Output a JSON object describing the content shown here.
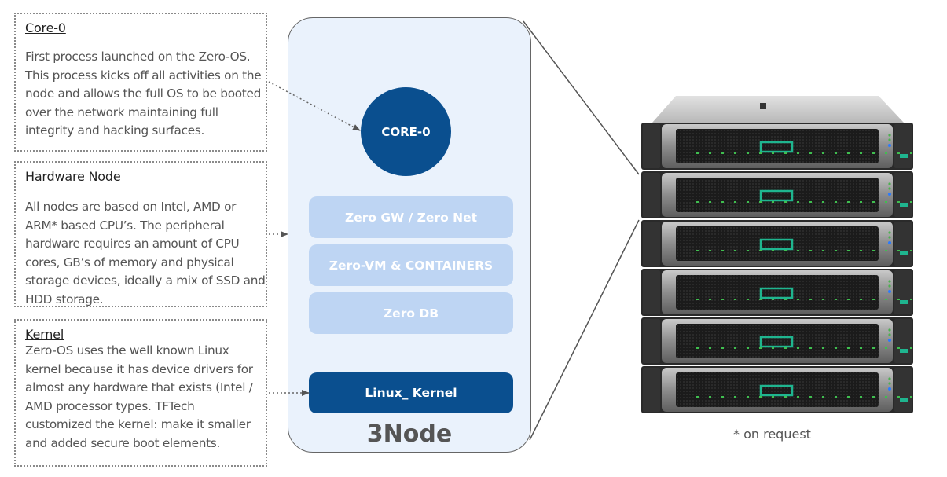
{
  "descriptions": {
    "core0": {
      "title": "Core-0",
      "body": "First process launched on the Zero-OS.\nThis process kicks off all activities on the\nnode and allows the full OS to be booted\nover the network maintaining full\nintegrity and hacking surfaces."
    },
    "hardware": {
      "title": "Hardware Node",
      "body": "All nodes are based on Intel, AMD or\nARM* based CPU’s. The peripheral\nhardware requires an amount of CPU\ncores, GB’s of memory and physical\nstorage devices, ideally a mix of SSD and\nHDD storage."
    },
    "kernel": {
      "title": "Kernel",
      "body": "Zero-OS uses the well known Linux\nkernel because it has device drivers for\nalmost any hardware that exists (Intel /\nAMD processor types. TFTech\ncustomized the kernel: make it smaller\nand added secure boot elements."
    }
  },
  "node": {
    "title": "3Node",
    "core": "CORE-0",
    "layers": [
      "Zero GW / Zero Net",
      "Zero-VM & CONTAINERS",
      "Zero DB"
    ],
    "kernel": "Linux_ Kernel"
  },
  "hardware_image": {
    "description": "stack of rack servers",
    "unit_count": 6
  },
  "footnote": "* on request",
  "colors": {
    "primary_dark_blue": "#0a4f8f",
    "layer_light_blue": "#bed5f3",
    "panel_background": "#eaf2fc",
    "server_accent_green": "#1fb58f"
  }
}
